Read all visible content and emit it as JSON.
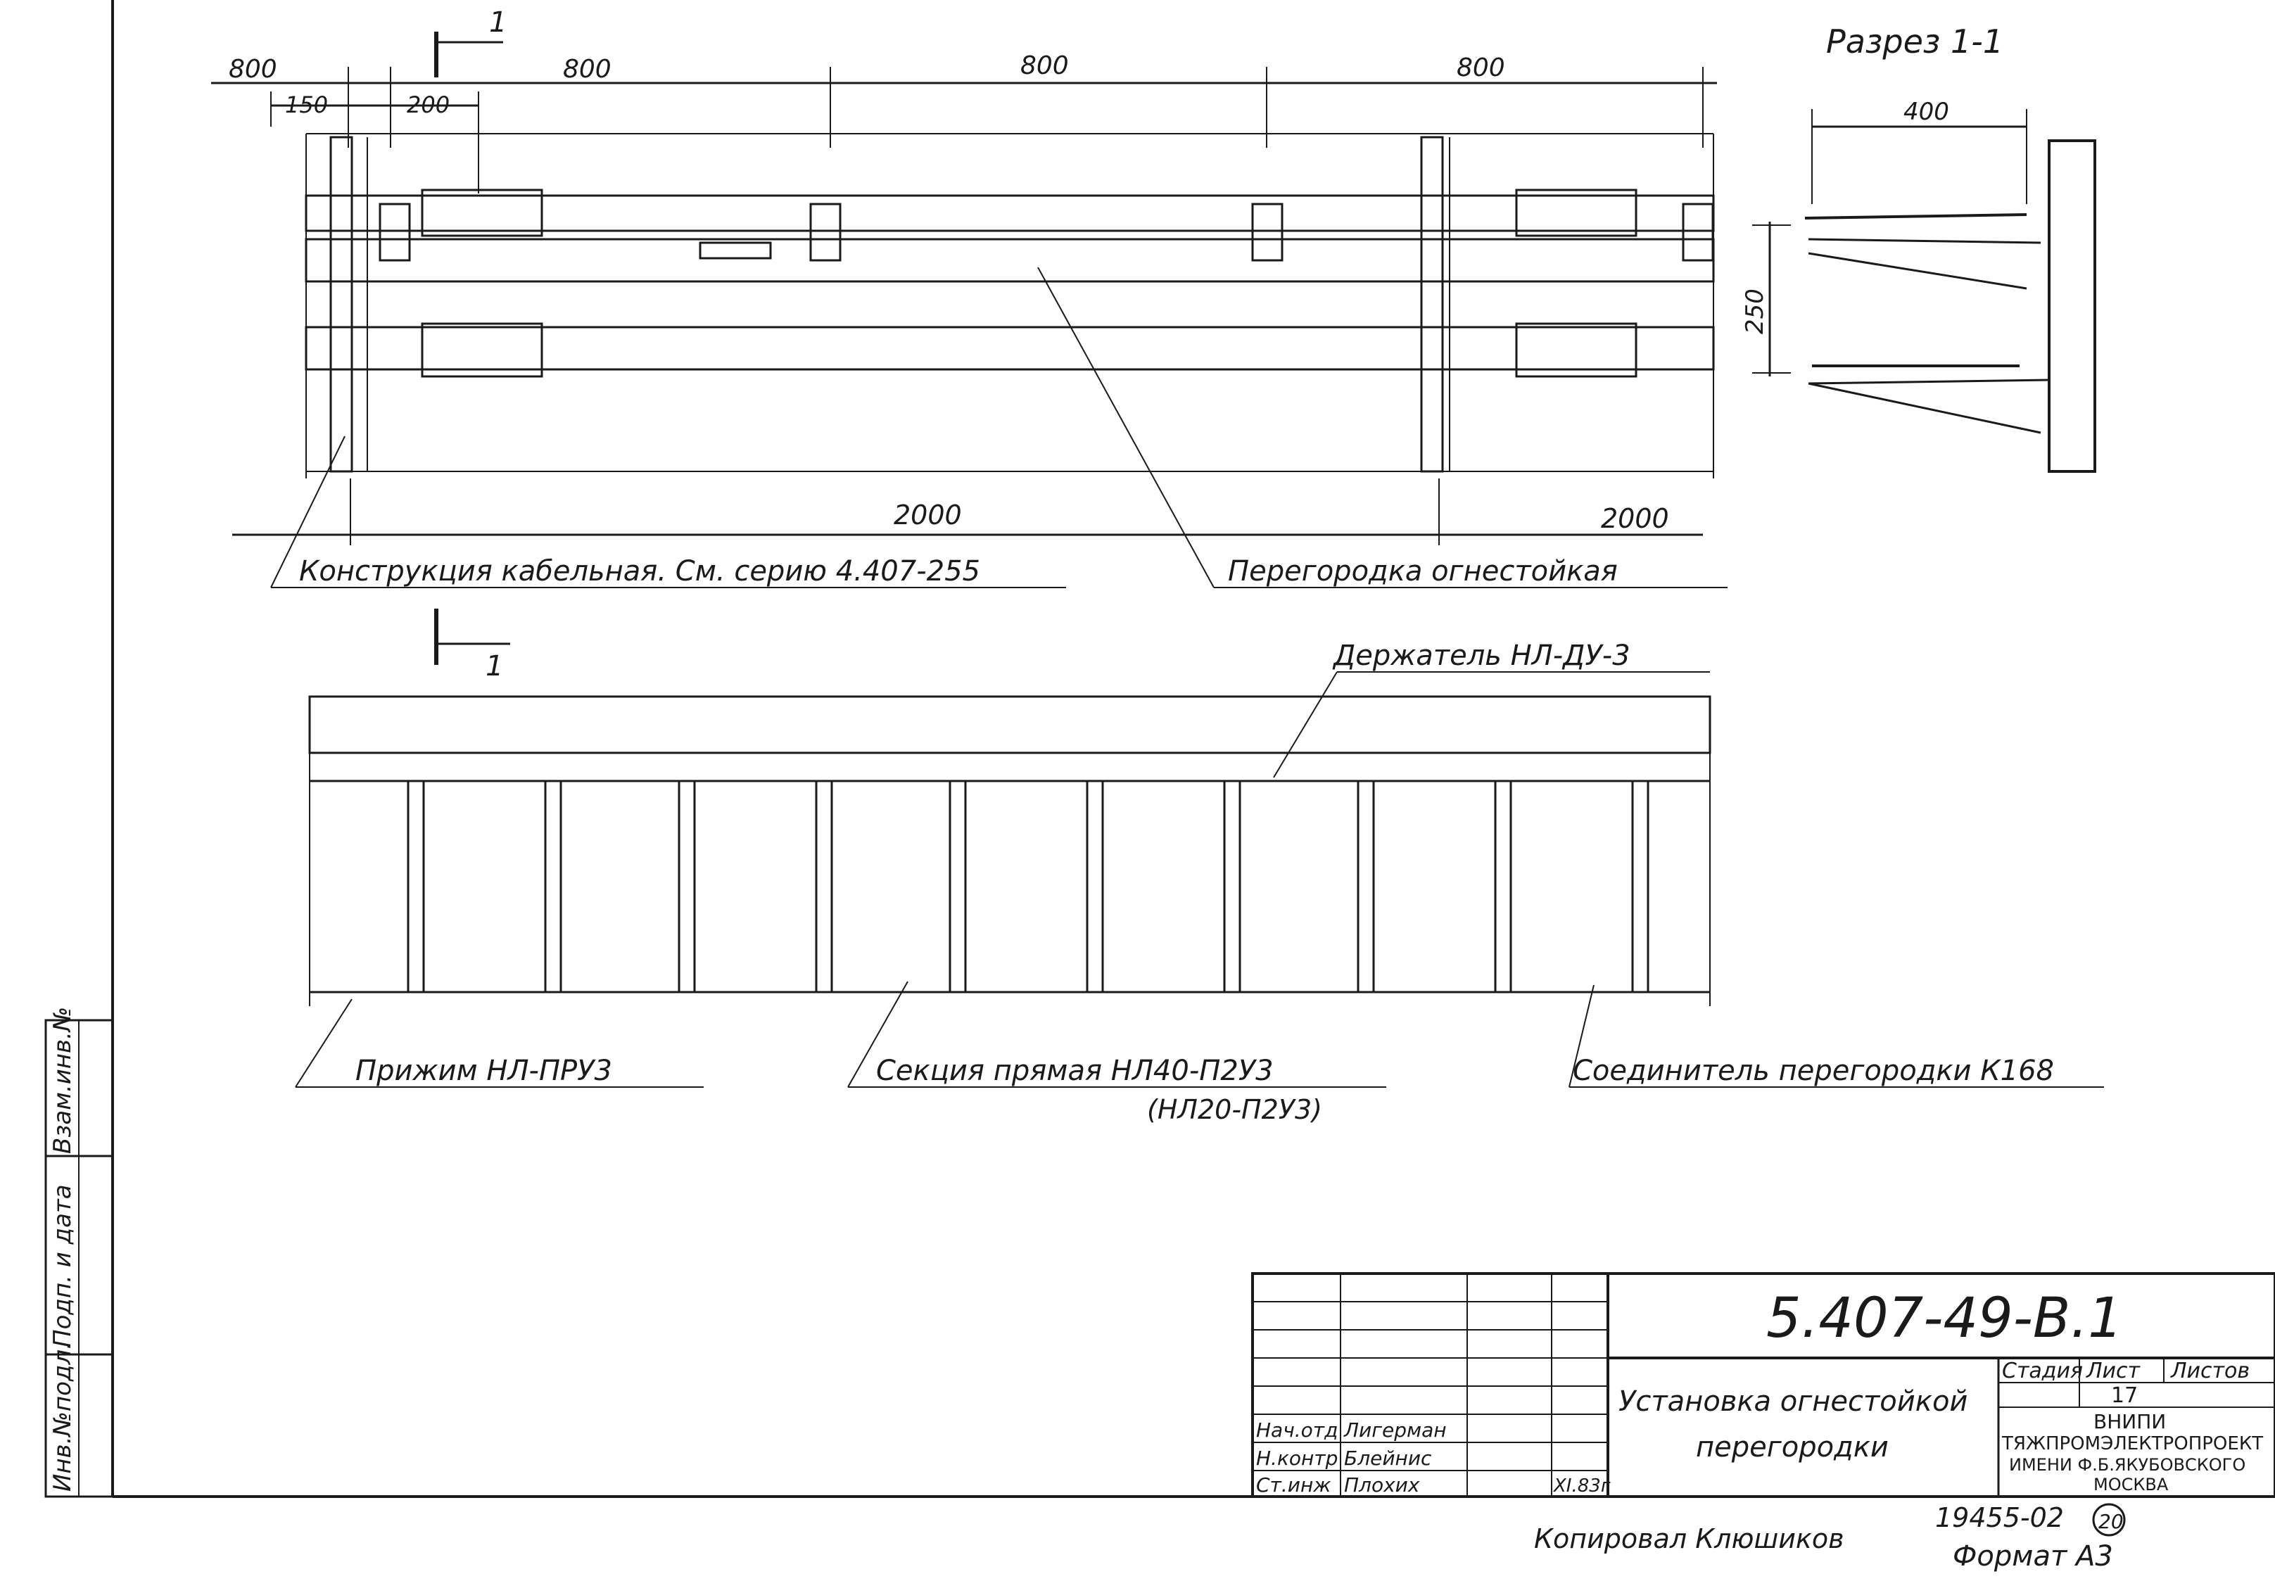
{
  "dims": {
    "top_left": "800",
    "span_1": "800",
    "span_2": "800",
    "span_3": "800",
    "d150": "150",
    "d200": "200",
    "bottom_1": "2000",
    "bottom_2": "2000"
  },
  "section_marks": {
    "top_mark": "1",
    "bottom_mark": "1"
  },
  "section": {
    "title": "Разрез 1-1",
    "width_dim": "400",
    "height_dim": "250"
  },
  "labels": {
    "cable_structure": "Конструкция кабельная. См. серию 4.407-255",
    "fire_partition": "Перегородка огнестойкая",
    "holder": "Держатель НЛ-ДУ-3",
    "clamp": "Прижим НЛ-ПРУ3",
    "section_straight": "Секция прямая НЛ40-П2У3",
    "section_straight_alt": "(НЛ20-П2У3)",
    "connector": "Соединитель перегородки К168"
  },
  "side_stamp": {
    "inv_no_orig": "Инв.№подл.",
    "sign_date": "Подп. и дата",
    "replace_inv": "Взам.инв.№"
  },
  "title_block": {
    "doc_code": "5.407-49-В.1",
    "title_line_1": "Установка огнестойкой",
    "title_line_2": "перегородки",
    "col_stage": "Стадия",
    "col_sheet": "Лист",
    "col_sheets": "Листов",
    "sheet_no": "17",
    "org_1": "ВНИПИ",
    "org_2": "ТЯЖПРОМЭЛЕКТРОПРОЕКТ",
    "org_3": "ИМЕНИ Ф.Б.ЯКУБОВСКОГО",
    "org_4": "МОСКВА",
    "roles": [
      {
        "role": "Нач.отд",
        "name": "Лигерман"
      },
      {
        "role": "Н.контр",
        "name": "Блейнис"
      },
      {
        "role": "Ст.инж",
        "name": "Плохих"
      }
    ],
    "date": "XI.83г"
  },
  "footer": {
    "copied_by": "Копировал Клюшиков",
    "archive_no": "19455-02",
    "archive_circle": "20",
    "format": "Формат А3"
  }
}
